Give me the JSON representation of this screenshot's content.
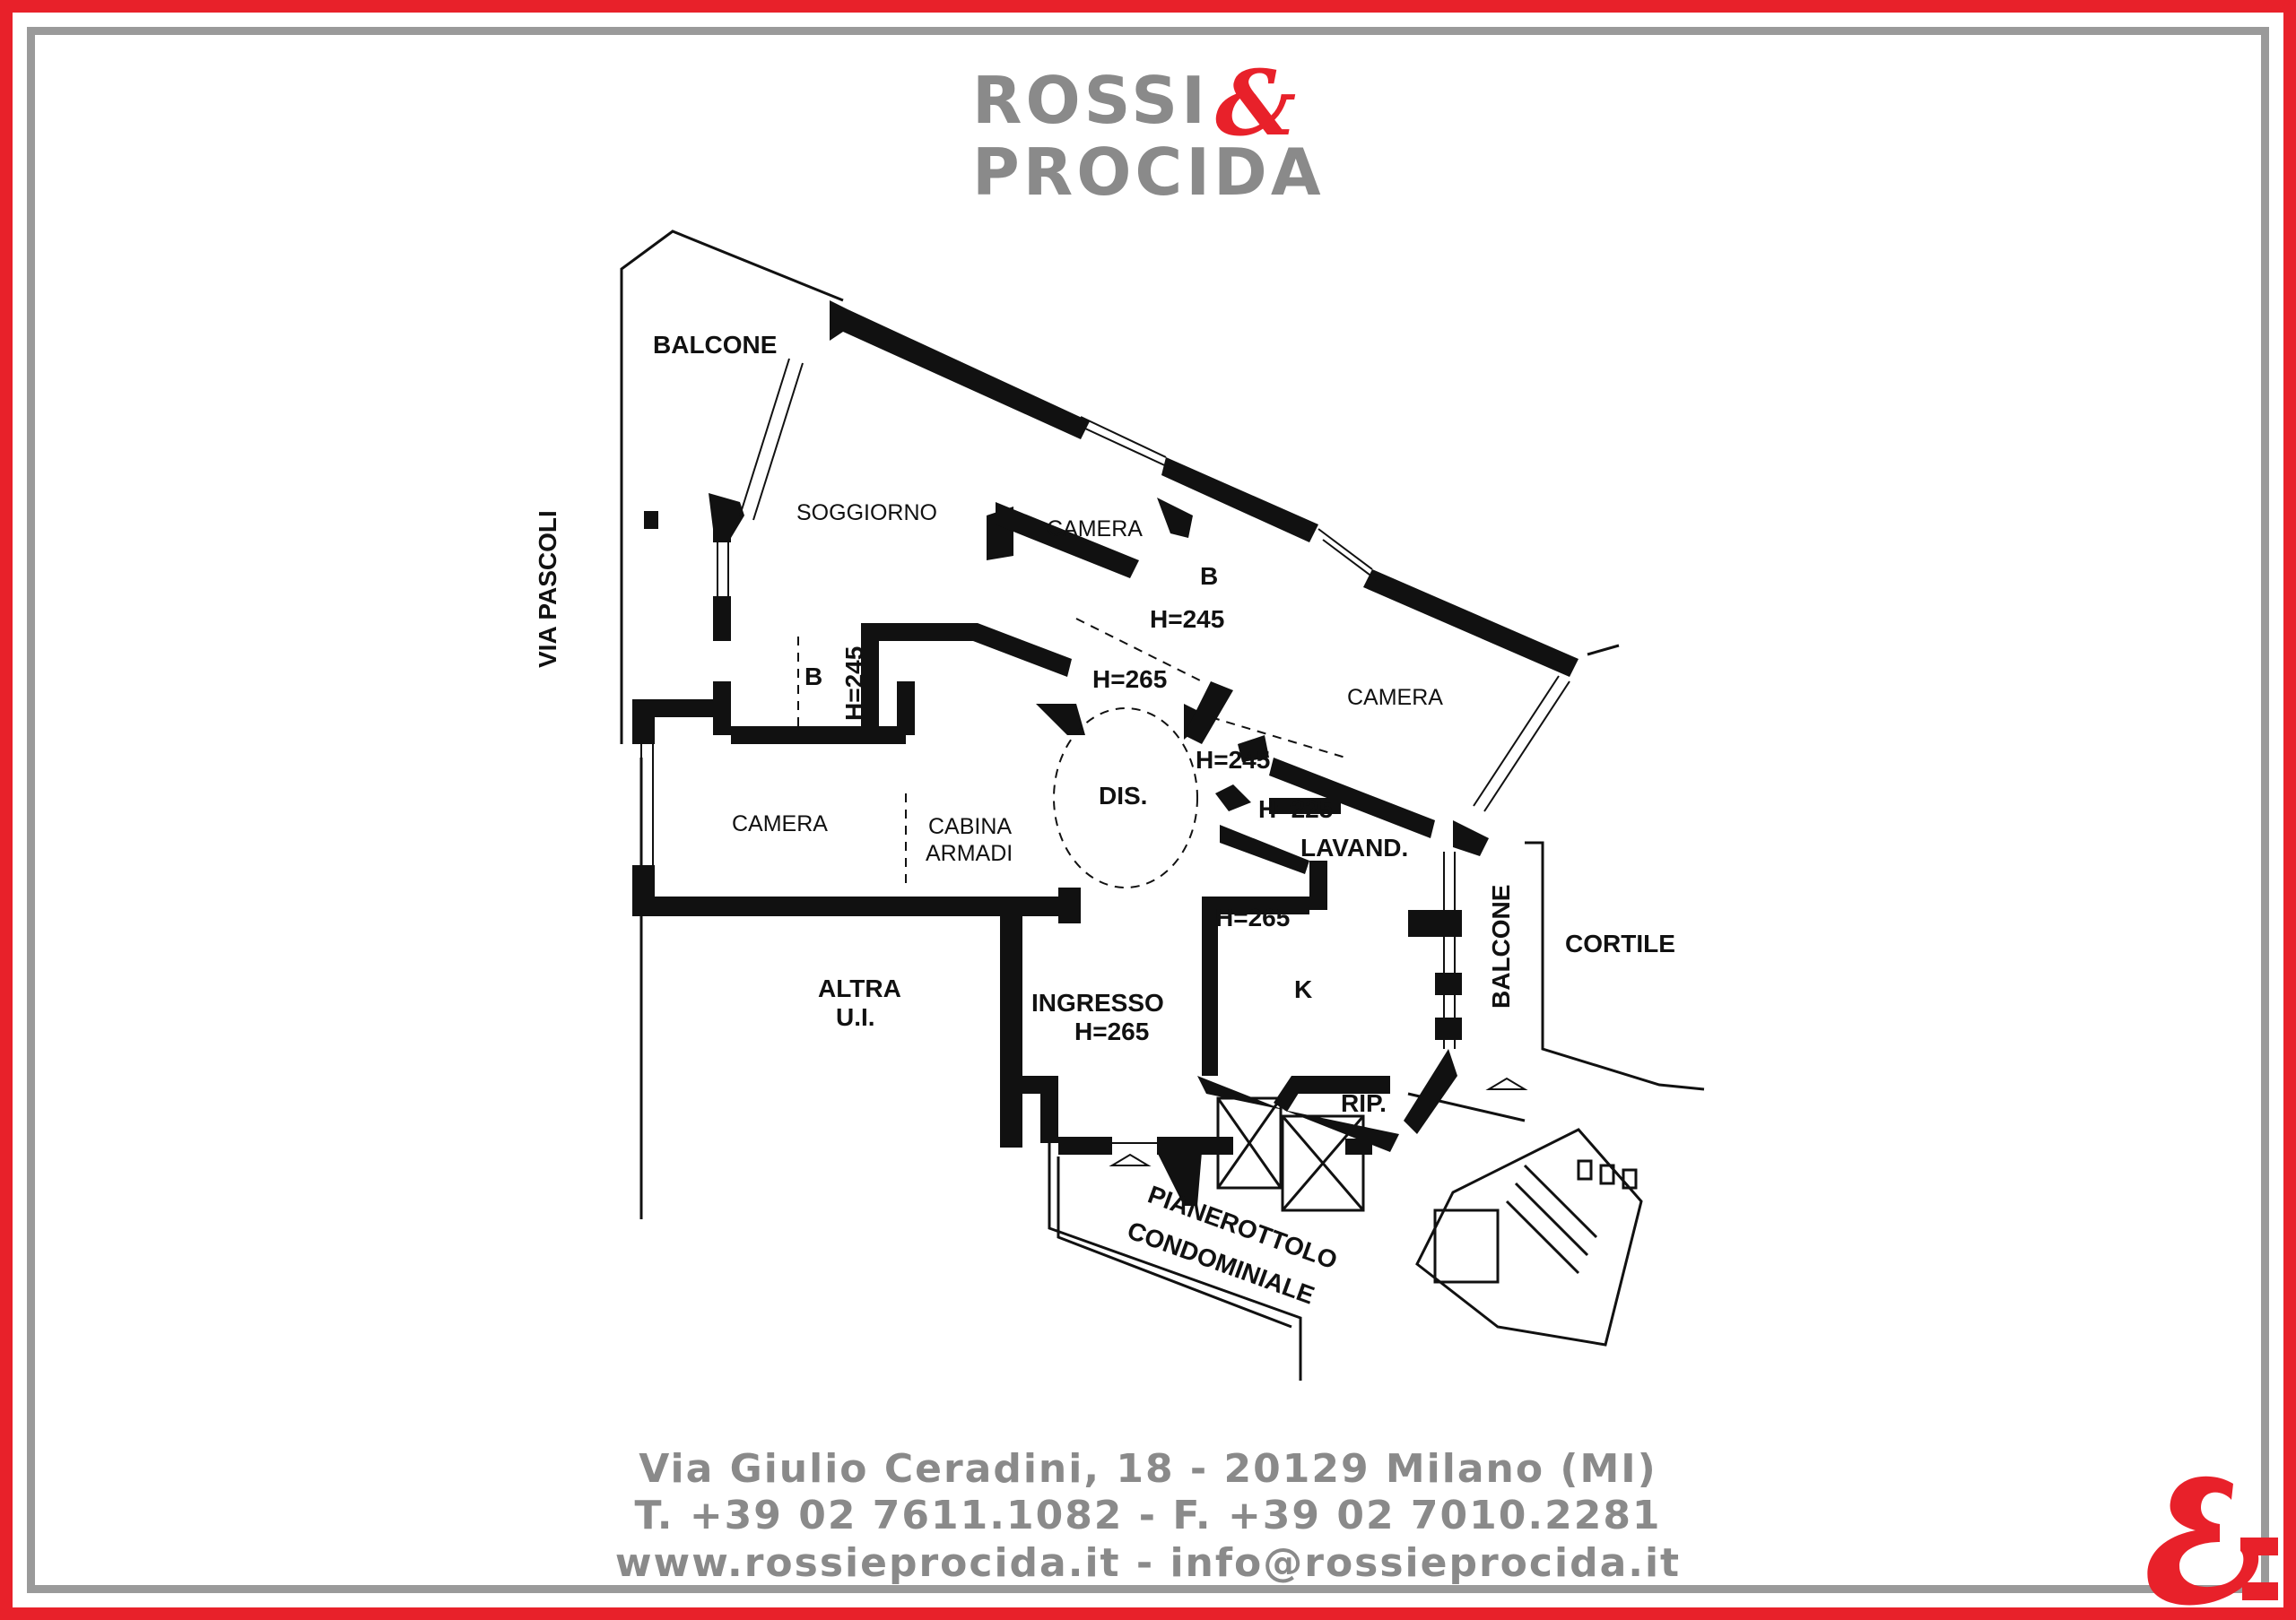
{
  "brand": {
    "name_line1": "ROSSI",
    "ampersand": "&",
    "name_line2": "PROCIDA",
    "colors": {
      "red": "#e8212a",
      "grey": "#8a8a8a"
    }
  },
  "plan_labels": {
    "street": "VIA PASCOLI",
    "balcone_top": "BALCONE",
    "soggiorno": "SOGGIORNO",
    "camera_1": "CAMERA",
    "bagno_1": "B",
    "bagno_1_height": "H=245",
    "camera_2": "CAMERA",
    "bagno_2": "B",
    "bagno_2_height": "H=245",
    "hall_height_top": "H=265",
    "dis": "DIS.",
    "dis_height": "H=245",
    "lavand_height": "H=225",
    "lavand": "LAVAND.",
    "camera_3": "CAMERA",
    "cabina_line1": "CABINA",
    "cabina_line2": "ARMADI",
    "kitchen_height": "H=265",
    "kitchen": "K",
    "balcone_right": "BALCONE",
    "cortile": "CORTILE",
    "altra_line1": "ALTRA",
    "altra_line2": "U.I.",
    "ingresso": "INGRESSO",
    "ingresso_height": "H=265",
    "rip": "RIP.",
    "landing_line1": "PIANEROTTOLO",
    "landing_line2": "CONDOMINIALE"
  },
  "footer": {
    "address": "Via Giulio Ceradini, 18 - 20129 Milano (MI)",
    "phones": "T. +39 02 7611.1082 - F. +39 02 7010.2281",
    "web": "www.rossieprocida.it - info@rossieprocida.it"
  }
}
